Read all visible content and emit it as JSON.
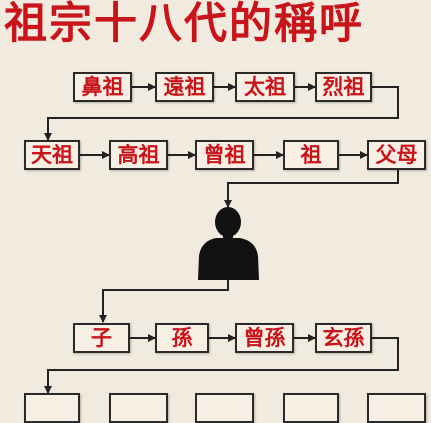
{
  "title": "祖宗十八代的稱呼",
  "rows": [
    [
      "鼻祖",
      "遠祖",
      "太祖",
      "烈祖"
    ],
    [
      "天祖",
      "高祖",
      "曾祖",
      "祖",
      "父母"
    ],
    [
      "子",
      "孫",
      "曾孫",
      "玄孫"
    ]
  ],
  "colors": {
    "accent": "#c8141b",
    "background": "#f1eadf",
    "line": "#222222"
  },
  "icons": {
    "self": "person-silhouette-icon"
  }
}
